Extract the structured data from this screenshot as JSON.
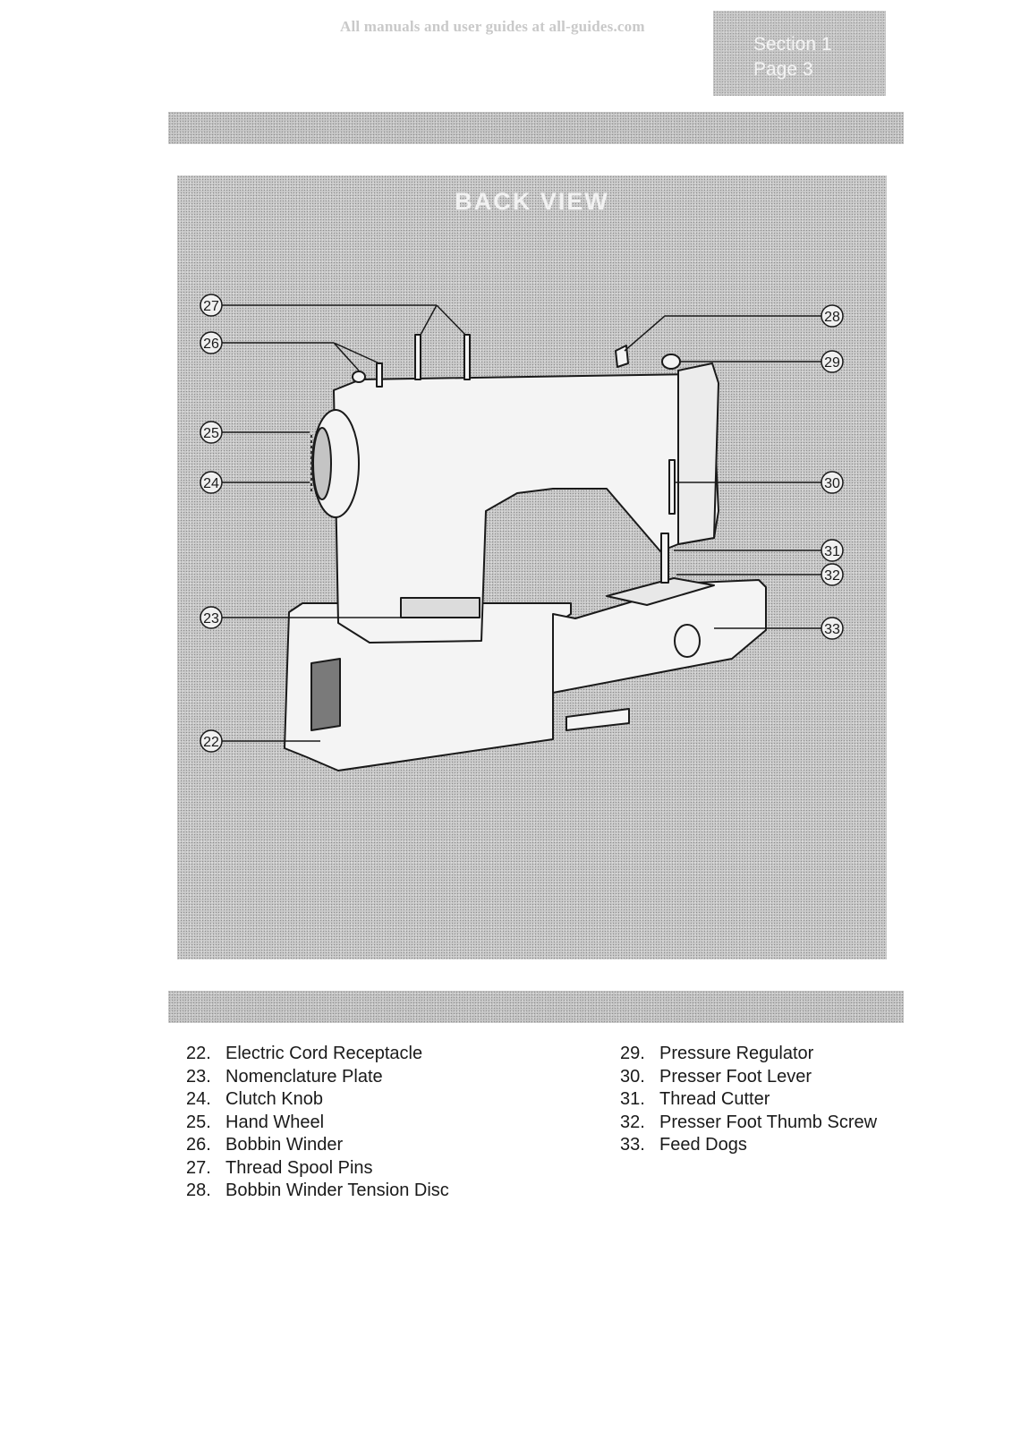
{
  "watermark": "All manuals and user guides at all-guides.com",
  "header": {
    "section_line": "Section 1",
    "page_line": "Page 3"
  },
  "figure": {
    "title": "BACK VIEW",
    "callouts": [
      "22",
      "23",
      "24",
      "25",
      "26",
      "27",
      "28",
      "29",
      "30",
      "31",
      "32",
      "33"
    ]
  },
  "parts_left": [
    {
      "num": "22.",
      "label": "Electric Cord Receptacle"
    },
    {
      "num": "23.",
      "label": "Nomenclature Plate"
    },
    {
      "num": "24.",
      "label": "Clutch Knob"
    },
    {
      "num": "25.",
      "label": "Hand Wheel"
    },
    {
      "num": "26.",
      "label": "Bobbin Winder"
    },
    {
      "num": "27.",
      "label": "Thread Spool Pins"
    },
    {
      "num": "28.",
      "label": "Bobbin Winder Tension Disc"
    }
  ],
  "parts_right": [
    {
      "num": "29.",
      "label": "Pressure Regulator"
    },
    {
      "num": "30.",
      "label": "Presser Foot Lever"
    },
    {
      "num": "31.",
      "label": "Thread Cutter"
    },
    {
      "num": "32.",
      "label": "Presser Foot Thumb Screw"
    },
    {
      "num": "33.",
      "label": "Feed Dogs"
    }
  ]
}
